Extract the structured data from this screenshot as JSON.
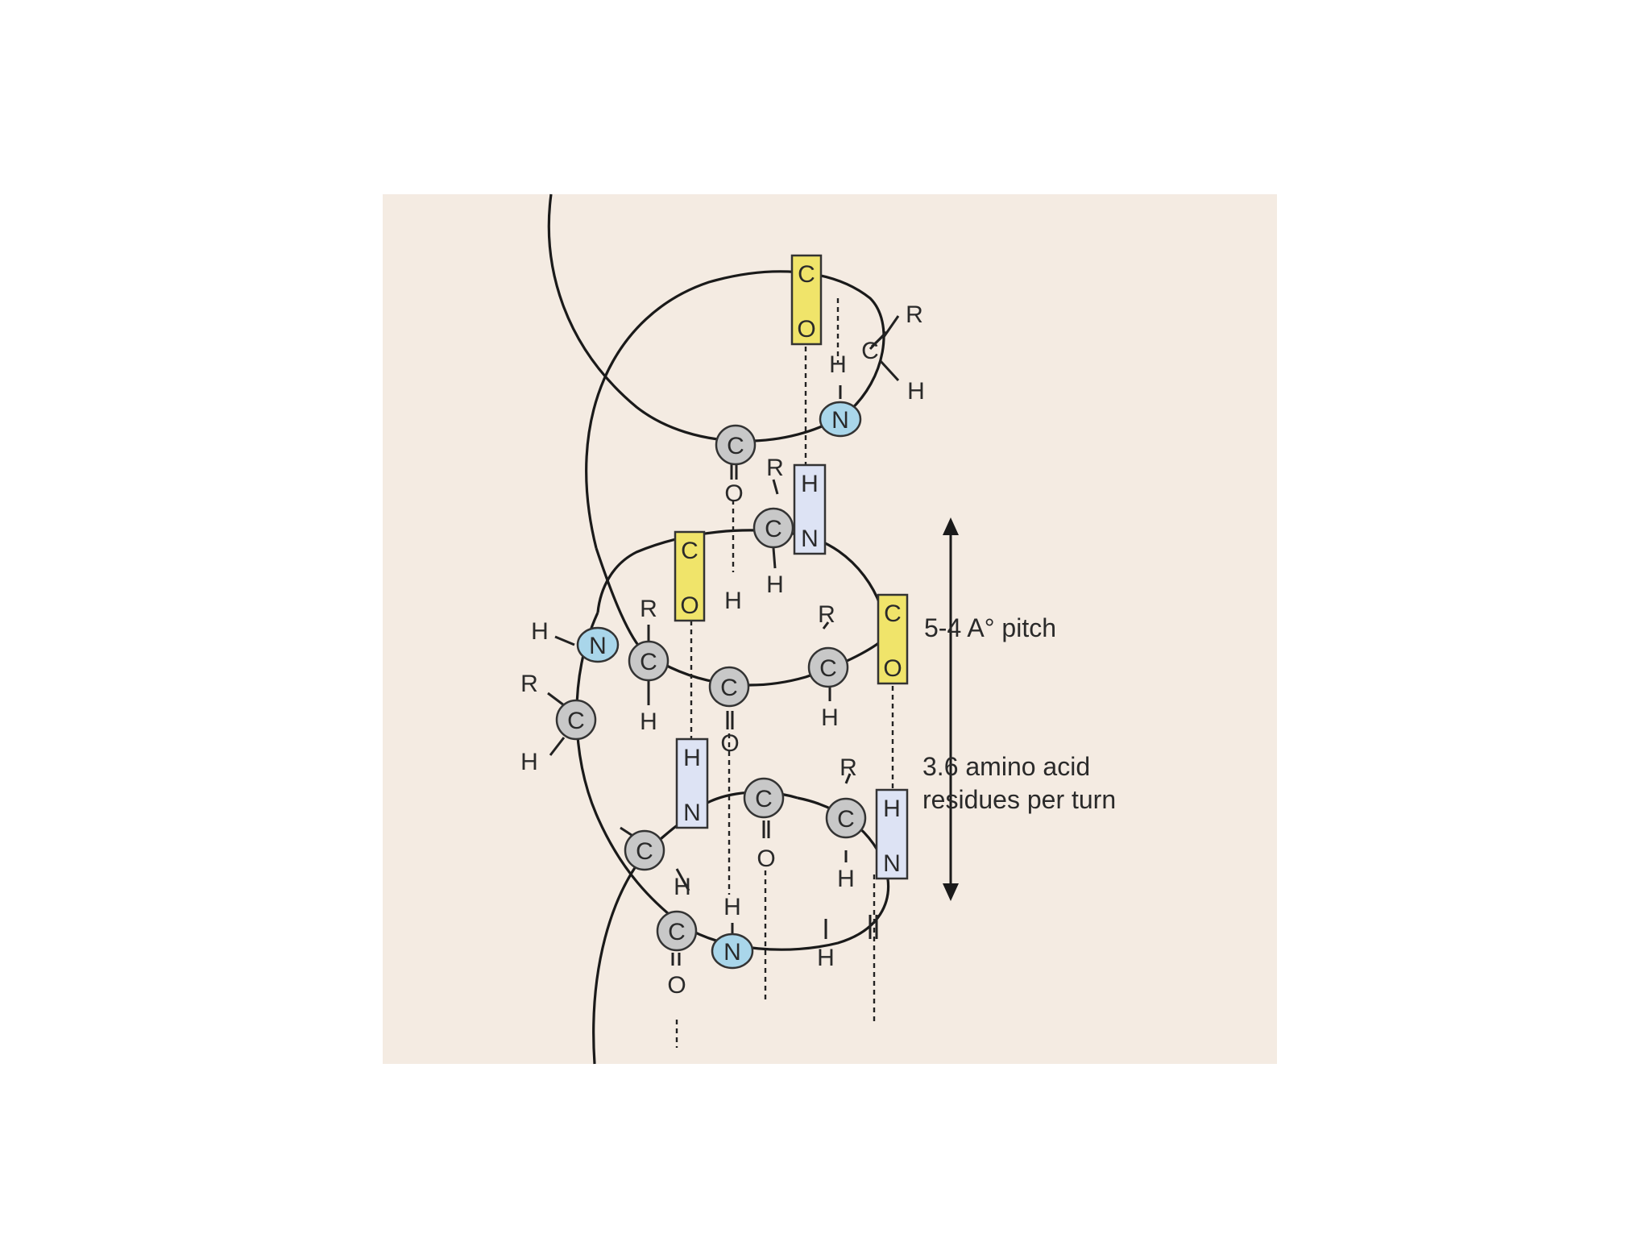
{
  "diagram": {
    "labels": {
      "pitch": "5-4 A° pitch",
      "residues_line1": "3.6 amino acid",
      "residues_line2": "residues per turn"
    },
    "atoms": {
      "carbon": "C",
      "nitrogen": "N",
      "oxygen": "O",
      "hydrogen": "H",
      "side_chain": "R"
    },
    "colors": {
      "background": "#f4ebe2",
      "carbon_fill": "#c8c8c8",
      "nitrogen_fill": "#a9d6ea",
      "carbonyl_box_fill": "#f0e46a",
      "amide_box_fill": "#dde3f4"
    }
  }
}
